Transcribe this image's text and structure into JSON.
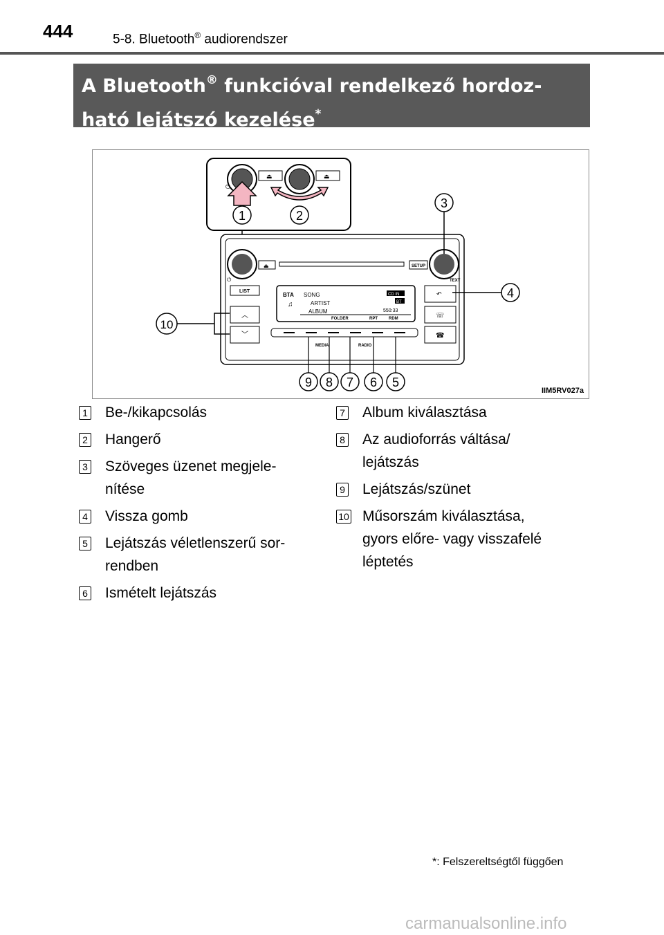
{
  "header": {
    "page_number": "444",
    "section_prefix": "5-8. Bluetooth",
    "section_reg": "®",
    "section_suffix": " audiorendszer"
  },
  "title": {
    "line1_a": "A Bluetooth",
    "line1_reg": "®",
    "line1_b": " funkcióval rendelkező hordoz-",
    "line2_a": "ható lejátszó kezelése",
    "line2_star": "*"
  },
  "figure": {
    "code": "IIM5RV027a",
    "callouts": [
      "1",
      "2",
      "3",
      "4",
      "5",
      "6",
      "7",
      "8",
      "9",
      "10"
    ],
    "panel_labels": {
      "list": "LIST",
      "setup": "SETUP",
      "text": "TEXT",
      "media": "MEDIA",
      "radio": "RADIO",
      "bta": "BTA",
      "song": "SONG",
      "artist": "ARTIST",
      "album": "ALBUM",
      "folder": "FOLDER",
      "rpt": "RPT",
      "rdm": "RDM",
      "cd_in": "CD IN",
      "bt": "BT",
      "time": "550:33"
    }
  },
  "left_items": [
    {
      "n": "1",
      "text": "Be-/kikapcsolás"
    },
    {
      "n": "2",
      "text": "Hangerő"
    },
    {
      "n": "3",
      "text": "Szöveges üzenet megjele-\nnítése"
    },
    {
      "n": "4",
      "text": "Vissza gomb"
    },
    {
      "n": "5",
      "text": "Lejátszás véletlenszerű sor-\nrendben"
    },
    {
      "n": "6",
      "text": "Ismételt lejátszás"
    }
  ],
  "right_items": [
    {
      "n": "7",
      "text": "Album kiválasztása"
    },
    {
      "n": "8",
      "text": "Az audioforrás váltása/\nlejátszás"
    },
    {
      "n": "9",
      "text": "Lejátszás/szünet"
    },
    {
      "n": "10",
      "text": "Műsorszám kiválasztása,\ngyors előre- vagy visszafelé\nléptetés"
    }
  ],
  "footnote": "*: Felszereltségtől függően",
  "watermark": "carmanualsonline.info"
}
